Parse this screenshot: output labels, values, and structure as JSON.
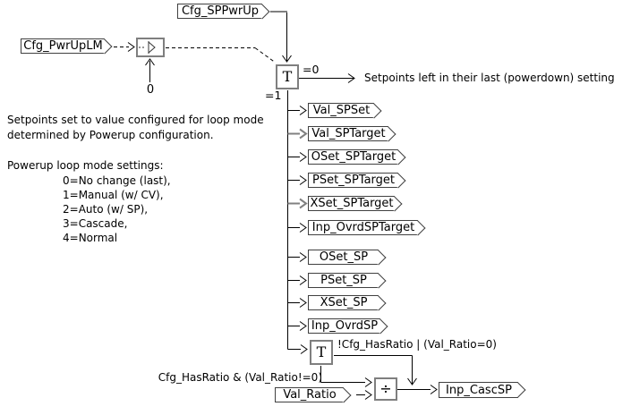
{
  "diagram": {
    "tags": {
      "cfg_sppwrup": "Cfg_SPPwrUp",
      "cfg_pwruplm": "Cfg_PwrUpLM",
      "val_spset": "Val_SPSet",
      "val_sptarget": "Val_SPTarget",
      "oset_sptarget": "OSet_SPTarget",
      "pset_sptarget": "PSet_SPTarget",
      "xset_sptarget": "XSet_SPTarget",
      "inp_ovrdsptarget": "Inp_OvrdSPTarget",
      "oset_sp": "OSet_SP",
      "pset_sp": "PSet_SP",
      "xset_sp": "XSet_SP",
      "inp_ovrdsp": "Inp_OvrdSP",
      "val_ratio": "Val_Ratio",
      "inp_cascsp": "Inp_CascSP"
    },
    "blocks": {
      "test_glyph": "T",
      "divide_glyph": "÷",
      "comparator_constant": "0"
    },
    "branch_labels": {
      "eq0": "=0",
      "eq1": "=1"
    },
    "annotations": {
      "powerdown_note": "Setpoints left in their last (powerdown) setting",
      "note_line1": "Setpoints set to value configured for loop mode",
      "note_line2": "determined by Powerup configuration.",
      "settings_heading": "Powerup loop mode settings:",
      "settings": [
        "0=No change (last),",
        "1=Manual (w/ CV),",
        "2=Auto (w/ SP),",
        "3=Cascade,",
        "4=Normal"
      ],
      "cond_or": "!Cfg_HasRatio | (Val_Ratio=0)",
      "cond_and": "Cfg_HasRatio & (Val_Ratio!=0)"
    },
    "colors": {
      "line": "#000000",
      "box_border": "#808080",
      "tag_border": "#404040",
      "background": "#ffffff"
    }
  }
}
